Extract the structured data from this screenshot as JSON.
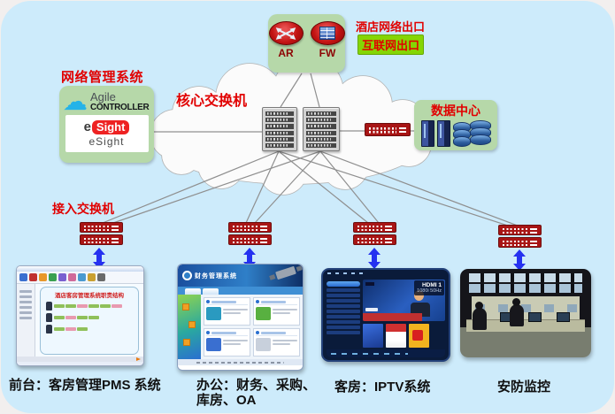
{
  "colors": {
    "canvas_blue": "#cdebfb",
    "panel_green": "#b6d8a9",
    "accent_red": "#e10000",
    "bright_green": "#85d504",
    "switch_red": "#a81515",
    "arrow_blue": "#2531f0"
  },
  "icons": {
    "agile_cloud": "☁"
  },
  "top": {
    "hotel_exit_label": "酒店网络出口",
    "internet_exit_label": "互联网出口",
    "ar_label": "AR",
    "fw_label": "FW"
  },
  "management": {
    "title": "网络管理系统",
    "agile_word": "Agile",
    "controller_word": "CONTROLLER",
    "esight_e": "e",
    "esight_sight": "Sight",
    "esight_caption": "eSight"
  },
  "core": {
    "label": "核心交换机"
  },
  "datacenter": {
    "label": "数据中心"
  },
  "access": {
    "label": "接入交换机"
  },
  "screens": {
    "pms": {
      "window_title": "酒店客房管理系统职责结构",
      "caption": "前台：客房管理PMS 系统"
    },
    "office": {
      "portal_title": "财务管理系统",
      "caption_line1": "办公：财务、采购、",
      "caption_line2": "库房、OA"
    },
    "iptv": {
      "hdmi_label": "HDMI 1",
      "resolution_label": "1080i 50Hz",
      "caption": "客房：IPTV系统"
    },
    "security": {
      "caption": "安防监控"
    }
  }
}
